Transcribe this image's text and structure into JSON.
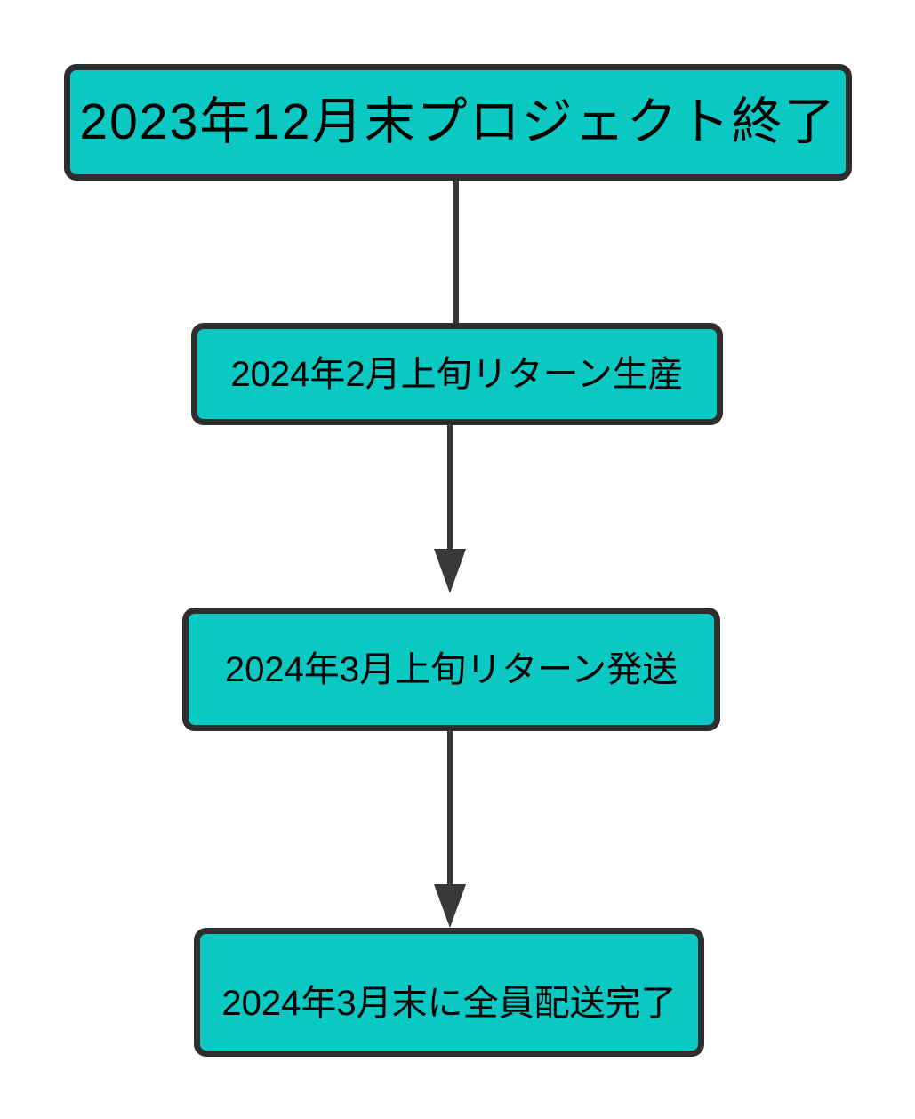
{
  "flowchart": {
    "nodes": [
      {
        "label": "2023年12月末プロジェクト終了"
      },
      {
        "label": "2024年2月上旬リターン生産"
      },
      {
        "label": "2024年3月上旬リターン発送"
      },
      {
        "label": "2024年3月末に全員配送完了"
      }
    ],
    "edges": [
      {
        "from": 1,
        "to": 2,
        "arrowhead": false
      },
      {
        "from": 2,
        "to": 3,
        "arrowhead": true
      },
      {
        "from": 3,
        "to": 4,
        "arrowhead": true
      }
    ],
    "colors": {
      "node_fill": "#0AC9C3",
      "node_border": "#2E2E2E",
      "arrow": "#383838",
      "text": "#000000",
      "background": "#FFFFFF"
    }
  }
}
